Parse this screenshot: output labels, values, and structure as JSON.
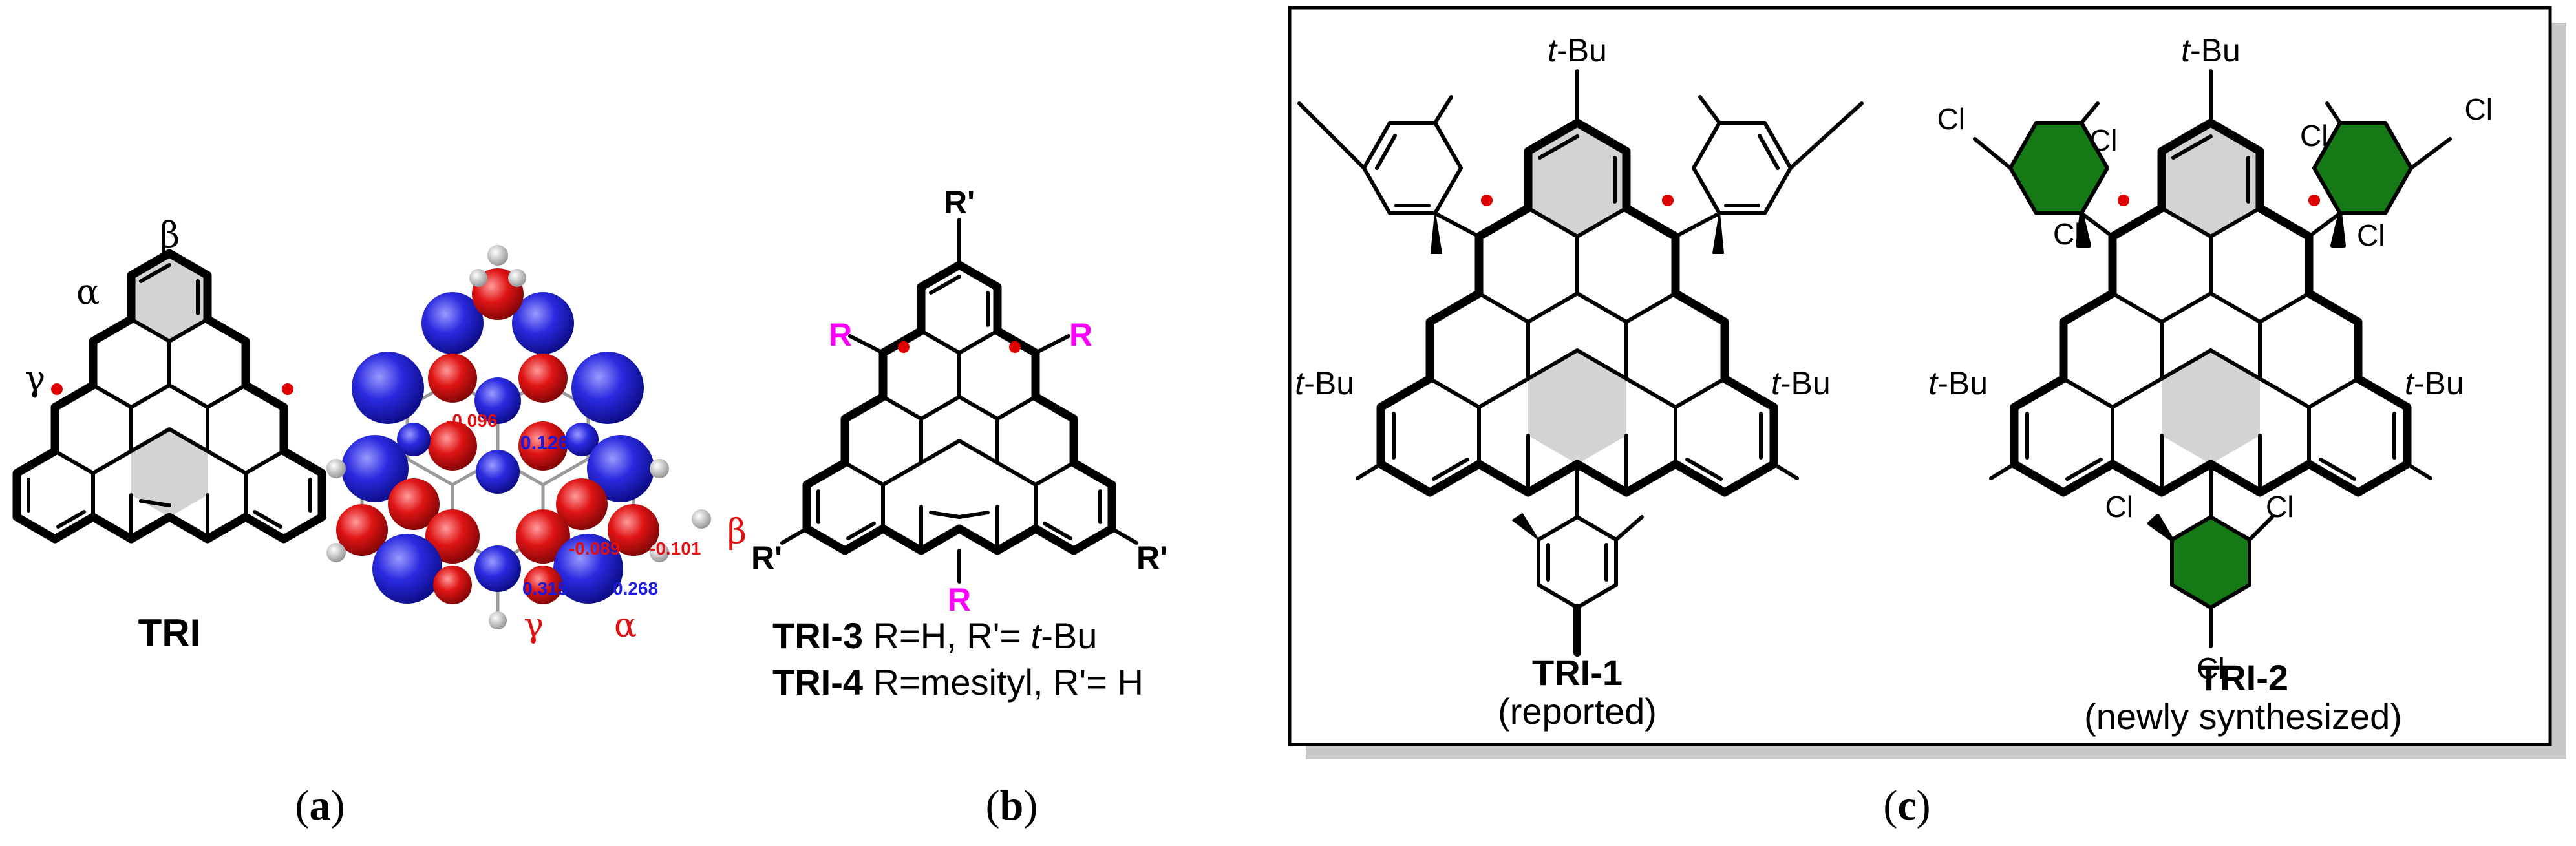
{
  "panel_a": {
    "compound_label": "TRI",
    "positions": {
      "alpha": "α",
      "beta": "β",
      "gamma": "γ"
    },
    "mo_values": {
      "v1": "-0.096",
      "v2": "0.126",
      "v3": "-0.089",
      "v4": "-0.101",
      "v5": "0.315",
      "v6": "0.268"
    },
    "caption_prefix": "(",
    "caption_letter": "a",
    "caption_suffix": ")"
  },
  "panel_b": {
    "r_label": "R",
    "r_prime_label": "R'",
    "line1_name": "TRI-3",
    "line1_pre": " R=H, R'= ",
    "line1_italic": "t",
    "line1_post": "-Bu",
    "line2_name": "TRI-4",
    "line2_text": " R=mesityl, R'= H",
    "caption_prefix": "(",
    "caption_letter": "b",
    "caption_suffix": ")"
  },
  "panel_c": {
    "tbu_italic": "t",
    "tbu_rest": "-Bu",
    "cl_label": "Cl",
    "tri1_name": "TRI-1",
    "tri1_note": "(reported)",
    "tri2_name": "TRI-2",
    "tri2_note": "(newly synthesized)",
    "caption_prefix": "(",
    "caption_letter": "c",
    "caption_suffix": ")"
  },
  "colors": {
    "radical_dot": "#e00000",
    "r_label": "#ff00ff",
    "orbital_blue": "#1d1dd8",
    "orbital_red": "#e01010",
    "value_blue": "#1a1ae0",
    "value_red": "#e01010",
    "aryl_green": "#157a15",
    "ring_fill": "#d3d3d3",
    "frame_shadow": "#c8c8c8"
  }
}
